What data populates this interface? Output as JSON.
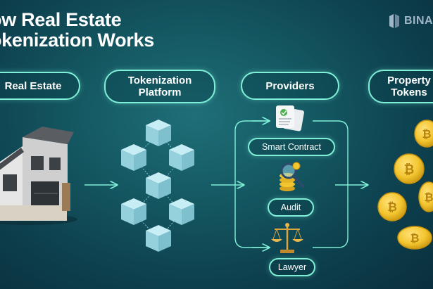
{
  "title": {
    "line1": "ow Real Estate",
    "line2": "okenization Works"
  },
  "brand": {
    "name": "BINA",
    "logo_icon": "binance-logo-icon"
  },
  "steps": {
    "real_estate": "Real Estate",
    "platform_line1": "Tokenization",
    "platform_line2": "Platform",
    "providers": "Providers",
    "tokens_line1": "Property",
    "tokens_line2": "Tokens"
  },
  "providers": {
    "smart_contract": "Smart Contract",
    "audit": "Audit",
    "lawyer": "Lawyer"
  },
  "colors": {
    "accent": "#7ff0d7",
    "cube": "#a8dce7",
    "coin": "#f3c630",
    "bg_dark": "#0a2f3d"
  },
  "icons": [
    "house-illustration",
    "document-check-icon",
    "coin-magnifier-icon",
    "scales-icon",
    "gold-coin-icon",
    "blockchain-cubes"
  ]
}
